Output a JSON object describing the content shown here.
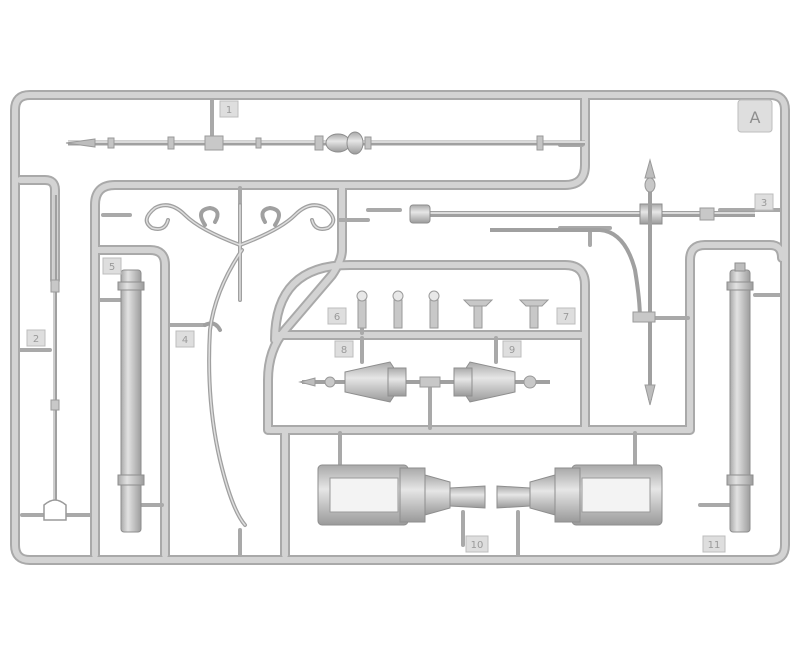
{
  "sprue_letter": "A",
  "part_numbers": [
    "1",
    "2",
    "3",
    "4",
    "5",
    "6",
    "7",
    "8",
    "9",
    "10",
    "11"
  ],
  "colors": {
    "plastic": "#cfcfcf",
    "plastic_edge": "#a8a8a8",
    "plastic_shade": "#b8b8b8",
    "background": "#ffffff"
  }
}
